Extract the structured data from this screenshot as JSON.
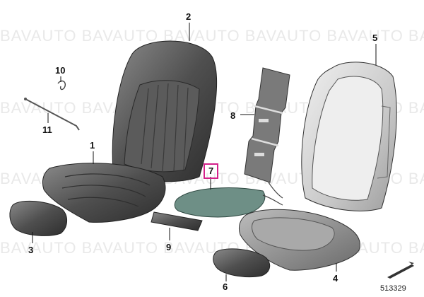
{
  "watermark": {
    "text": "BAVAUTO BAVAUTO BAVAUTO BAVAUTO BAVAUTO BAVAUTO"
  },
  "parts": [
    {
      "id": "p1",
      "number": "1",
      "highlighted": false
    },
    {
      "id": "p2",
      "number": "2",
      "highlighted": false
    },
    {
      "id": "p3",
      "number": "3",
      "highlighted": false
    },
    {
      "id": "p4",
      "number": "4",
      "highlighted": false
    },
    {
      "id": "p5",
      "number": "5",
      "highlighted": false
    },
    {
      "id": "p6",
      "number": "6",
      "highlighted": false
    },
    {
      "id": "p7",
      "number": "7",
      "highlighted": true
    },
    {
      "id": "p8",
      "number": "8",
      "highlighted": false
    },
    {
      "id": "p9",
      "number": "9",
      "highlighted": false
    },
    {
      "id": "p10",
      "number": "10",
      "highlighted": false
    },
    {
      "id": "p11",
      "number": "11",
      "highlighted": false
    }
  ],
  "diagram_number": "513329",
  "colors": {
    "highlight": "#d4208a",
    "part_dark": "#4a4a4a",
    "part_light": "#d6d6d6",
    "highlighted_part": "#6e8f86",
    "watermark": "#e9e9e9"
  }
}
